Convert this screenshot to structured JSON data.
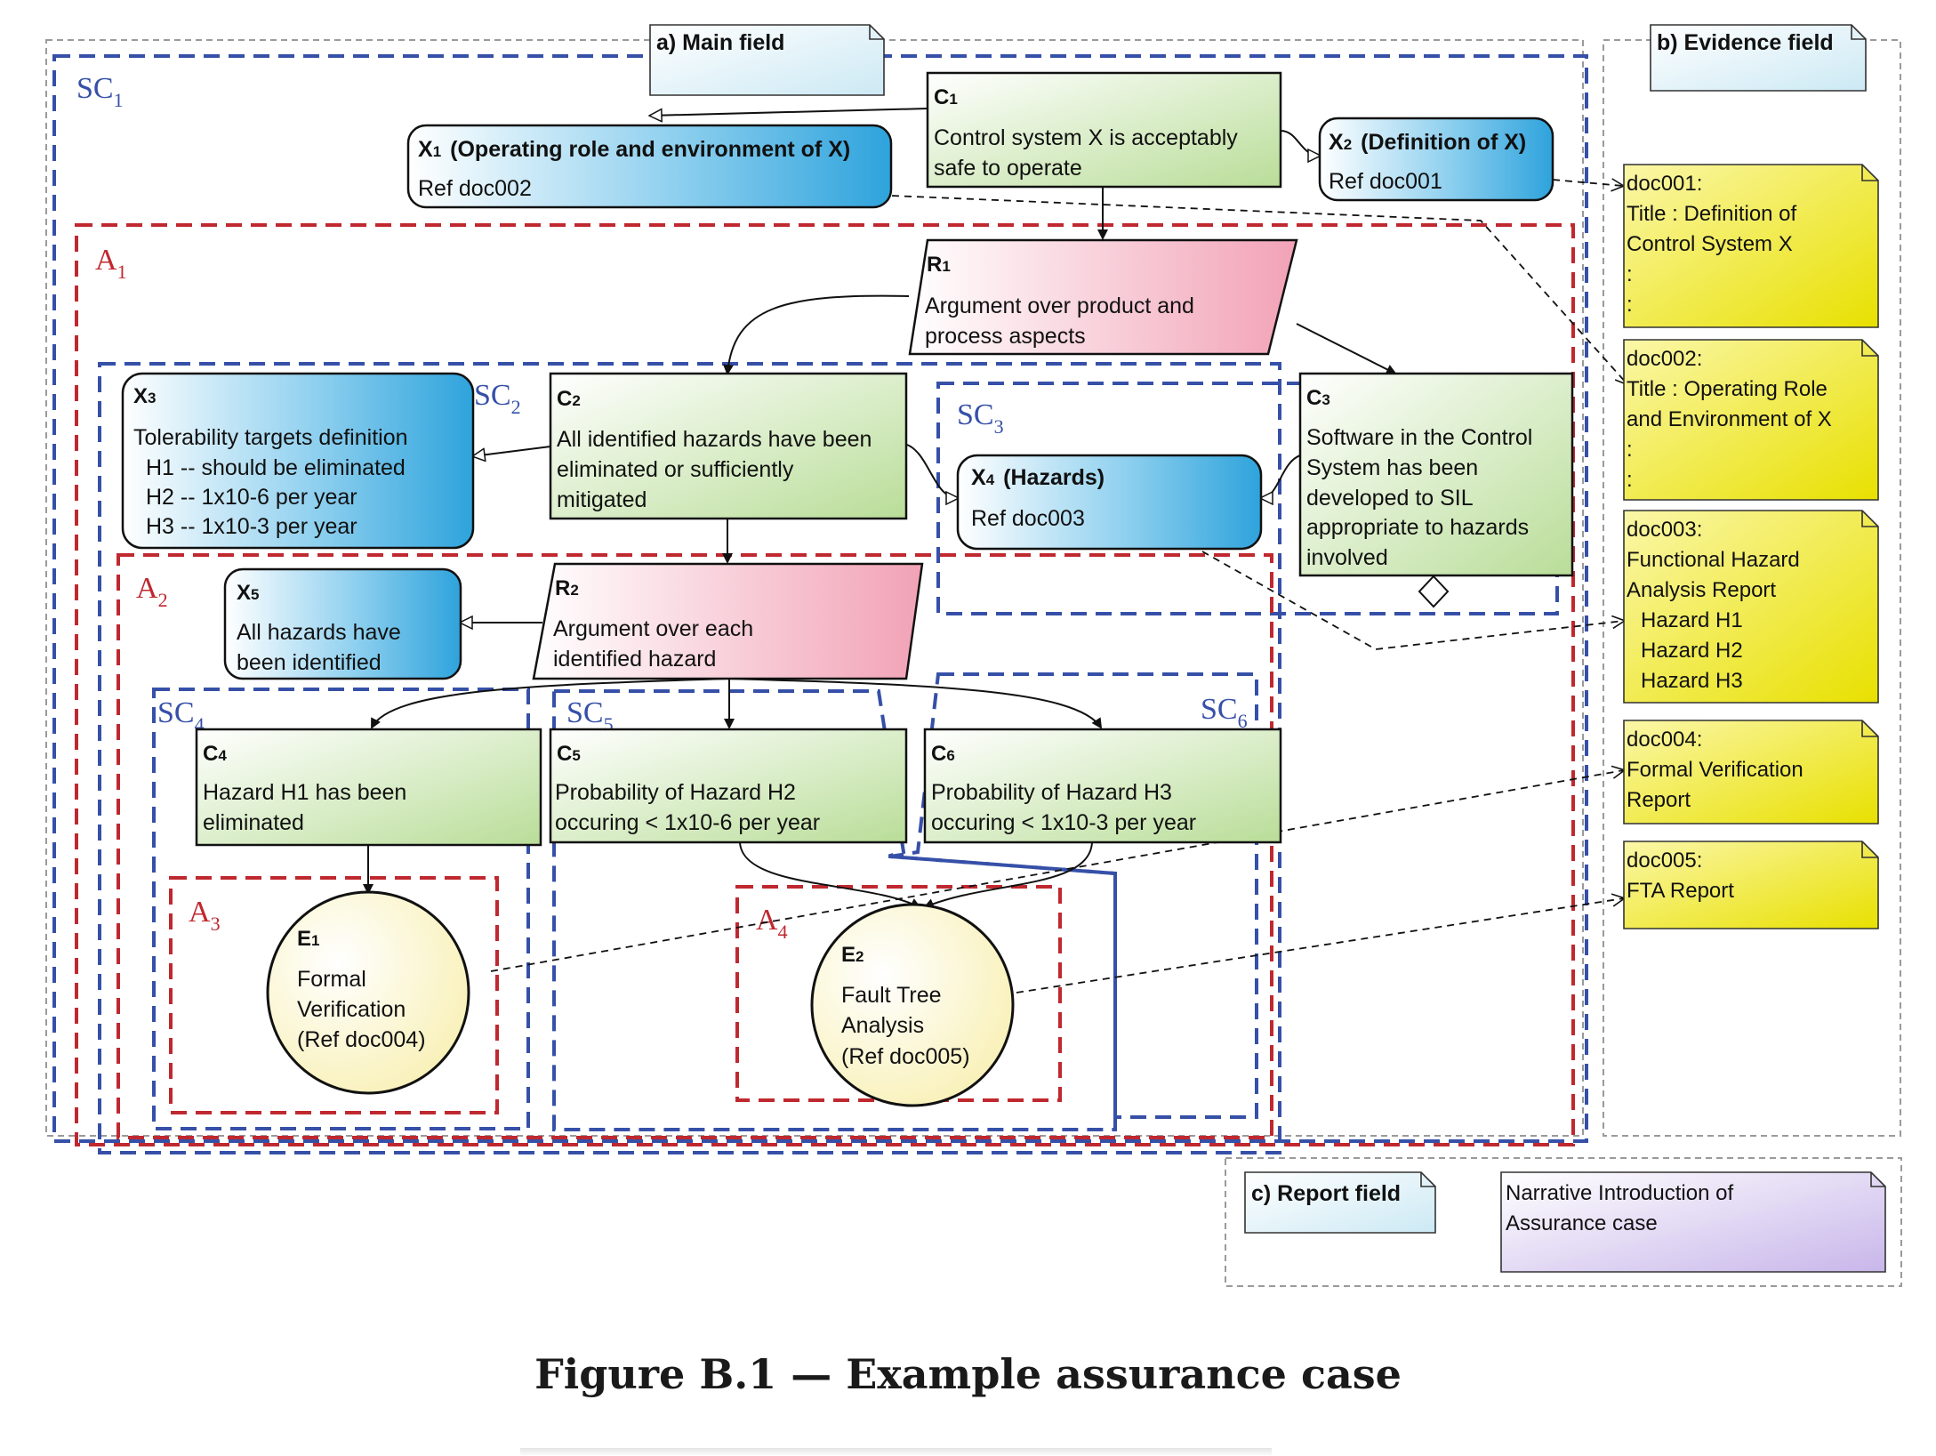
{
  "caption": "Figure B.1 — Example assurance case",
  "fields": {
    "main": "a) Main field",
    "evidence": "b) Evidence field",
    "report": "c) Report field",
    "report_note": [
      "Narrative Introduction of",
      "Assurance case"
    ]
  },
  "regions": {
    "sc": {
      "SC1": "SC",
      "SC2": "SC",
      "SC3": "SC",
      "SC4": "SC",
      "SC5": "SC",
      "SC6": "SC"
    },
    "sc_sub": {
      "SC1": "1",
      "SC2": "2",
      "SC3": "3",
      "SC4": "4",
      "SC5": "5",
      "SC6": "6"
    },
    "a": {
      "A1": "A",
      "A2": "A",
      "A3": "A",
      "A4": "A"
    },
    "a_sub": {
      "A1": "1",
      "A2": "2",
      "A3": "3",
      "A4": "4"
    }
  },
  "nodes": {
    "C1": {
      "id": "C",
      "sub": "1",
      "lines": [
        "Control system X is acceptably",
        "safe to operate"
      ]
    },
    "X1": {
      "id": "X",
      "sub": "1",
      "title": "(Operating role and environment of X)",
      "lines": [
        "Ref doc002"
      ]
    },
    "X2": {
      "id": "X",
      "sub": "2",
      "title": "(Definition of X)",
      "lines": [
        "Ref doc001"
      ]
    },
    "R1": {
      "id": "R",
      "sub": "1",
      "lines": [
        "Argument over product and",
        "process aspects"
      ]
    },
    "X3": {
      "id": "X",
      "sub": "3",
      "lines": [
        "Tolerability targets definition",
        "H1 -- should be eliminated",
        "H2 -- 1x10-6 per year",
        "H3 -- 1x10-3 per year"
      ]
    },
    "C2": {
      "id": "C",
      "sub": "2",
      "lines": [
        "All identified hazards have been",
        "eliminated or sufficiently",
        "mitigated"
      ]
    },
    "X4": {
      "id": "X",
      "sub": "4",
      "title": "(Hazards)",
      "lines": [
        "Ref doc003"
      ]
    },
    "C3": {
      "id": "C",
      "sub": "3",
      "lines": [
        "Software in the Control",
        "System has been",
        "developed to SIL",
        "appropriate to hazards",
        "involved"
      ]
    },
    "X5": {
      "id": "X",
      "sub": "5",
      "lines": [
        "All hazards have",
        "been identified"
      ]
    },
    "R2": {
      "id": "R",
      "sub": "2",
      "lines": [
        "Argument over each",
        "identified hazard"
      ]
    },
    "C4": {
      "id": "C",
      "sub": "4",
      "lines": [
        "Hazard H1 has been",
        "eliminated"
      ]
    },
    "C5": {
      "id": "C",
      "sub": "5",
      "lines": [
        "Probability of Hazard H2",
        "occuring < 1x10-6 per year"
      ]
    },
    "C6": {
      "id": "C",
      "sub": "6",
      "lines": [
        "Probability of Hazard H3",
        "occuring < 1x10-3 per year"
      ]
    },
    "E1": {
      "id": "E",
      "sub": "1",
      "lines": [
        "Formal",
        "Verification",
        "(Ref doc004)"
      ]
    },
    "E2": {
      "id": "E",
      "sub": "2",
      "lines": [
        "Fault Tree",
        "Analysis",
        "(Ref doc005)"
      ]
    }
  },
  "documents": [
    {
      "lines": [
        "doc001:",
        "Title : Definition of",
        "Control System X",
        ":",
        ":"
      ]
    },
    {
      "lines": [
        "doc002:",
        "Title : Operating Role",
        "and Environment of X",
        ":",
        ":"
      ]
    },
    {
      "lines": [
        "doc003:",
        "Functional Hazard",
        "Analysis Report",
        "  Hazard H1",
        "  Hazard H2",
        "  Hazard H3"
      ]
    },
    {
      "lines": [
        "doc004:",
        "Formal Verification",
        "Report"
      ]
    },
    {
      "lines": [
        "doc005:",
        "FTA Report"
      ]
    }
  ],
  "colors": {
    "sc_border": "#3650a8",
    "a_border": "#c0282f",
    "claim": "#d6ecc0",
    "context": "#5bb8e6",
    "strategy": "#f3c2cf",
    "evidence": "#fdf6c8",
    "document": "#f5ef3a",
    "note": "#e2f2f8",
    "report_note": "#dcd0f0"
  }
}
